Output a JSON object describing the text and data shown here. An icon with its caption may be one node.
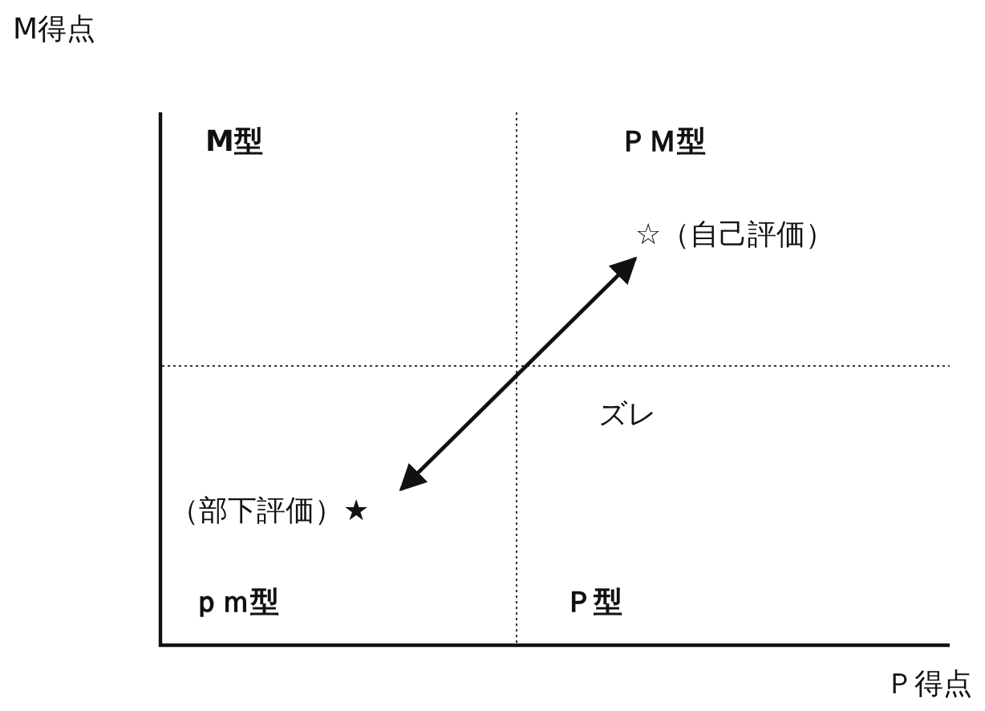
{
  "diagram": {
    "nodes": [
      {
        "text": [
          "☆（自己評価）"
        ]
      },
      {
        "text": [
          "（部下評価）★"
        ]
      }
    ],
    "edges": [
      {
        "from": 1,
        "to": 0,
        "arrow": "both",
        "label": "ズレ"
      }
    ],
    "labels": [
      "M得点",
      "M型",
      "ＰＭ型",
      "ｐｍ型",
      "Ｐ型",
      "Ｐ得点"
    ]
  }
}
